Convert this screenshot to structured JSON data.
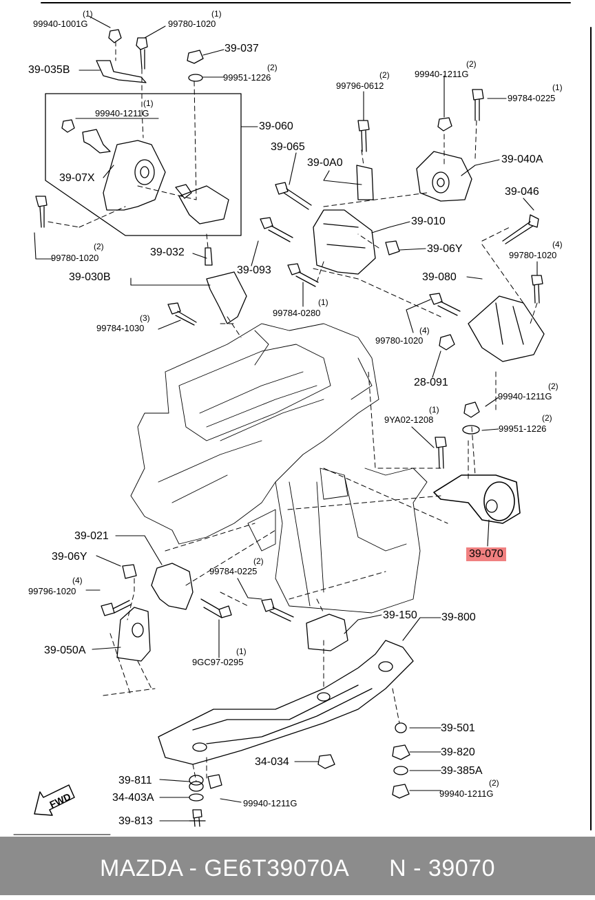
{
  "labels": [
    {
      "key": "l1",
      "text": "(1)"
    },
    {
      "key": "l2",
      "text": "99940-1001G"
    },
    {
      "key": "l3",
      "text": "(1)"
    },
    {
      "key": "l4",
      "text": "99780-1020"
    },
    {
      "key": "l5",
      "text": "39-037"
    },
    {
      "key": "l6",
      "text": "(2)"
    },
    {
      "key": "l7",
      "text": "99951-1226"
    },
    {
      "key": "l8",
      "text": "39-035B"
    },
    {
      "key": "l9",
      "text": "(1)"
    },
    {
      "key": "l10",
      "text": "99940-1211G"
    },
    {
      "key": "l11",
      "text": "39-060"
    },
    {
      "key": "l12",
      "text": "39-07X"
    },
    {
      "key": "l13",
      "text": "(2)"
    },
    {
      "key": "l14",
      "text": "99780-1020"
    },
    {
      "key": "l15",
      "text": "39-032"
    },
    {
      "key": "l16",
      "text": "39-030B"
    },
    {
      "key": "l17",
      "text": "(3)"
    },
    {
      "key": "l18",
      "text": "99784-1030"
    },
    {
      "key": "l19",
      "text": "(2)"
    },
    {
      "key": "l20",
      "text": "99796-0612"
    },
    {
      "key": "l21",
      "text": "(2)"
    },
    {
      "key": "l22",
      "text": "99940-1211G"
    },
    {
      "key": "l23",
      "text": "(1)"
    },
    {
      "key": "l24",
      "text": "99784-0225"
    },
    {
      "key": "l25",
      "text": "39-065"
    },
    {
      "key": "l26",
      "text": "39-0A0"
    },
    {
      "key": "l27",
      "text": "39-040A"
    },
    {
      "key": "l28",
      "text": "39-046"
    },
    {
      "key": "l29",
      "text": "39-010"
    },
    {
      "key": "l30",
      "text": "(4)"
    },
    {
      "key": "l31",
      "text": "99780-1020"
    },
    {
      "key": "l32",
      "text": "39-093"
    },
    {
      "key": "l33",
      "text": "39-06Y"
    },
    {
      "key": "l34",
      "text": "(1)"
    },
    {
      "key": "l35",
      "text": "99784-0280"
    },
    {
      "key": "l36",
      "text": "39-080"
    },
    {
      "key": "l37",
      "text": "(4)"
    },
    {
      "key": "l38",
      "text": "99780-1020"
    },
    {
      "key": "l39",
      "text": "28-091"
    },
    {
      "key": "l40",
      "text": "(2)"
    },
    {
      "key": "l41",
      "text": "99940-1211G"
    },
    {
      "key": "l42",
      "text": "(1)"
    },
    {
      "key": "l43",
      "text": "9YA02-1208"
    },
    {
      "key": "l44",
      "text": "(2)"
    },
    {
      "key": "l45",
      "text": "99951-1226"
    },
    {
      "key": "l46",
      "text": "39-070"
    },
    {
      "key": "l47",
      "text": "39-021"
    },
    {
      "key": "l48",
      "text": "39-06Y"
    },
    {
      "key": "l49",
      "text": "(2)"
    },
    {
      "key": "l50",
      "text": "99784-0225"
    },
    {
      "key": "l51",
      "text": "(4)"
    },
    {
      "key": "l52",
      "text": "99796-1020"
    },
    {
      "key": "l53",
      "text": "39-150"
    },
    {
      "key": "l54",
      "text": "39-050A"
    },
    {
      "key": "l55",
      "text": "(1)"
    },
    {
      "key": "l56",
      "text": "9GC97-0295"
    },
    {
      "key": "l57",
      "text": "39-800"
    },
    {
      "key": "l58",
      "text": "39-501"
    },
    {
      "key": "l59",
      "text": "39-820"
    },
    {
      "key": "l60",
      "text": "34-034"
    },
    {
      "key": "l61",
      "text": "39-385A"
    },
    {
      "key": "l62",
      "text": "39-811"
    },
    {
      "key": "l63",
      "text": "99940-1211G"
    },
    {
      "key": "l64",
      "text": "(2)"
    },
    {
      "key": "l65",
      "text": "99940-1211G"
    },
    {
      "key": "l66",
      "text": "34-403A"
    },
    {
      "key": "l67",
      "text": "39-813"
    }
  ],
  "fwd_text": "FWD",
  "highlight_color": "#f08080",
  "footer": {
    "text": "MAZDA - GE6T39070A      N - 39070",
    "background": "#8c8c8c"
  }
}
